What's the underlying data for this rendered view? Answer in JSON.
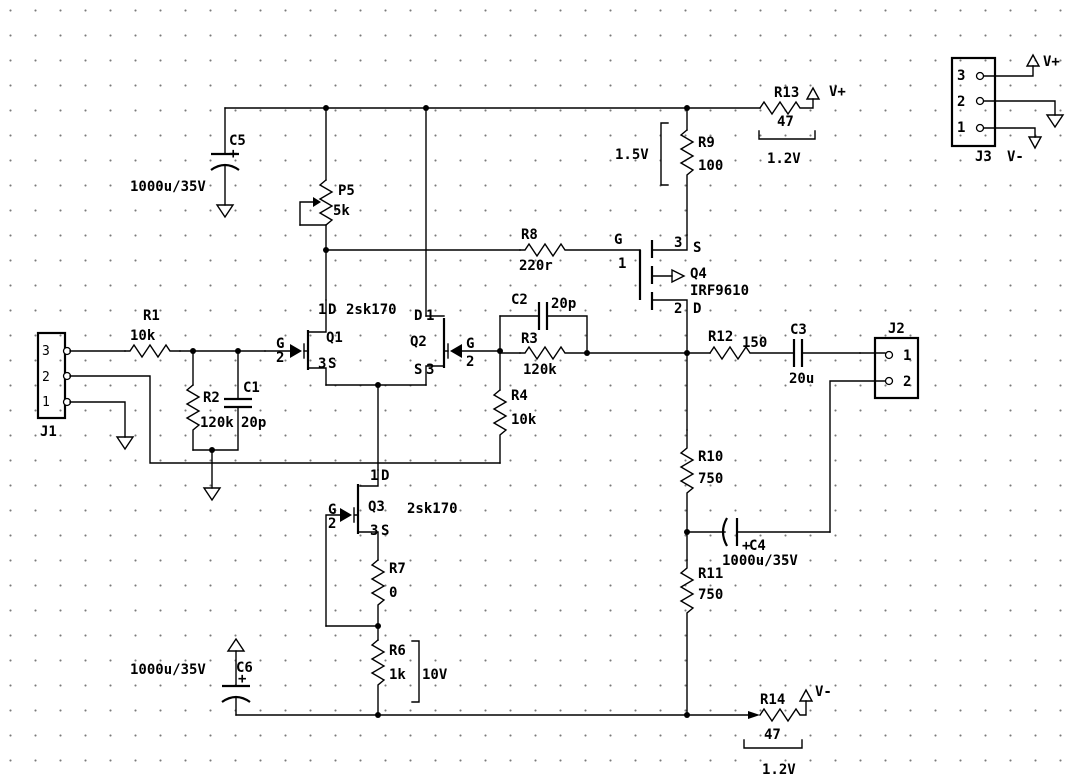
{
  "J1": {
    "ref": "J1",
    "pins": [
      "3",
      "2",
      "1"
    ]
  },
  "J2": {
    "ref": "J2",
    "pins": [
      "1",
      "2"
    ]
  },
  "J3": {
    "ref": "J3",
    "pins": [
      "3",
      "2",
      "1"
    ],
    "pos_label": "V+",
    "neg_label": "V-"
  },
  "R1": {
    "ref": "R1",
    "value": "10k"
  },
  "R2": {
    "ref": "R2",
    "value": "120k"
  },
  "C1": {
    "ref": "C1",
    "value": "20p"
  },
  "Q1": {
    "ref": "Q1",
    "part": "2sk170",
    "g": "G",
    "g_num": "2",
    "d": "D",
    "d_num": "1",
    "s": "S",
    "s_num": "3"
  },
  "Q2": {
    "ref": "Q2",
    "g": "G",
    "g_num": "2",
    "d": "D",
    "d_num": "1",
    "s": "S",
    "s_num": "3"
  },
  "Q3": {
    "ref": "Q3",
    "part": "2sk170",
    "g": "G",
    "g_num": "2",
    "d": "D",
    "d_num": "1",
    "s": "S",
    "s_num": "3"
  },
  "Q4": {
    "ref": "Q4",
    "part": "IRF9610",
    "g": "G",
    "g_num": "1",
    "s": "S",
    "s_num": "3",
    "d": "D",
    "d_num": "2"
  },
  "C5": {
    "ref": "C5",
    "value": "1000u/35V"
  },
  "C6": {
    "ref": "C6",
    "value": "1000u/35V"
  },
  "P5": {
    "ref": "P5",
    "value": "5k"
  },
  "R8": {
    "ref": "R8",
    "value": "220r"
  },
  "C2": {
    "ref": "C2",
    "value": "20p"
  },
  "R3": {
    "ref": "R3",
    "value": "120k"
  },
  "R4": {
    "ref": "R4",
    "value": "10k"
  },
  "R7": {
    "ref": "R7",
    "value": "0"
  },
  "R6": {
    "ref": "R6",
    "value": "1k"
  },
  "R9": {
    "ref": "R9",
    "value": "100"
  },
  "R10": {
    "ref": "R10",
    "value": "750"
  },
  "R11": {
    "ref": "R11",
    "value": "750"
  },
  "R12": {
    "ref": "R12",
    "value": "150"
  },
  "C3": {
    "ref": "C3",
    "value": "20u"
  },
  "C4": {
    "ref": "C4",
    "value": "1000u/35V"
  },
  "R13": {
    "ref": "R13",
    "value": "47",
    "rail": "V+"
  },
  "R14": {
    "ref": "R14",
    "value": "47",
    "rail": "V-"
  },
  "notes": {
    "v_r9": "1.5V",
    "v_r13": "1.2V",
    "v_r6": "10V",
    "v_r14": "1.2V"
  },
  "polarity": "+"
}
